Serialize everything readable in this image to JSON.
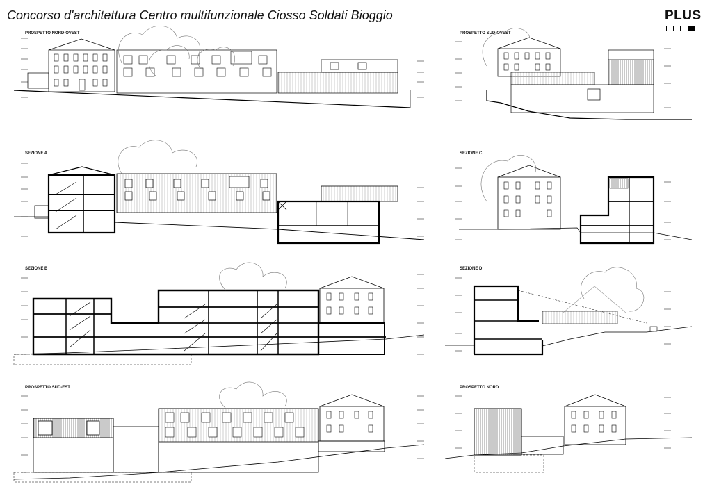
{
  "title": "Concorso d'architettura Centro multifunzionale Ciosso Soldati Bioggio",
  "logo": "PLUS",
  "drawings": {
    "nord_ovest": "PROSPETTO NORD-OVEST",
    "sud_ovest": "PROSPETTO SUD-OVEST",
    "sezione_a": "SEZIONE A",
    "sezione_c": "SEZIONE C",
    "sezione_b": "SEZIONE B",
    "sezione_d": "SEZIONE D",
    "sud_est": "PROSPETTO SUD-EST",
    "nord": "PROSPETTO NORD"
  }
}
